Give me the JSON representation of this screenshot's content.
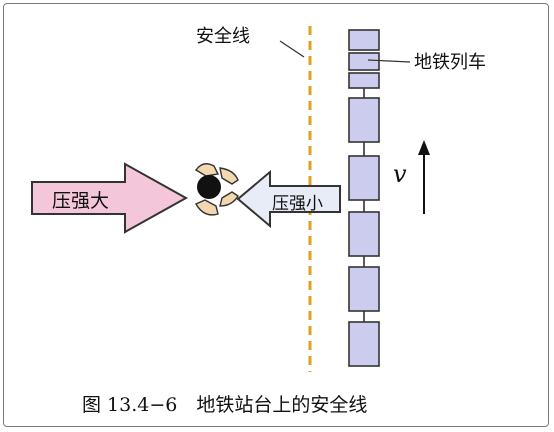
{
  "labels": {
    "safety_line": "安全线",
    "train": "地铁列车",
    "high_pressure": "压强大",
    "low_pressure": "压强小",
    "velocity": "v"
  },
  "caption": "图 13.4−6　地铁站台上的安全线",
  "colors": {
    "safety_line": "#e0a020",
    "train_car": "#ccccee",
    "big_arrow": "#f4c6da",
    "small_arrow": "#e8ecf6",
    "outline": "#333333"
  }
}
